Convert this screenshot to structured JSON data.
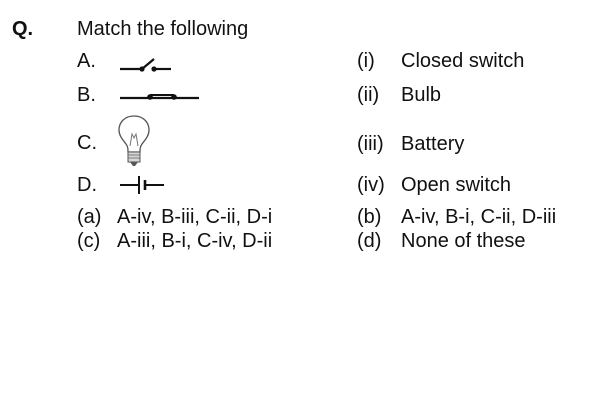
{
  "question": {
    "label": "Q.",
    "prompt": "Match the following"
  },
  "left_items": [
    {
      "letter": "A.",
      "symbol": "open-switch-symbol-icon"
    },
    {
      "letter": "B.",
      "symbol": "closed-switch-symbol-icon"
    },
    {
      "letter": "C.",
      "symbol": "bulb-icon"
    },
    {
      "letter": "D.",
      "symbol": "battery-symbol-icon"
    }
  ],
  "right_items": [
    {
      "numeral": "(i)",
      "text": "Closed switch"
    },
    {
      "numeral": "(ii)",
      "text": "Bulb"
    },
    {
      "numeral": "(iii)",
      "text": "Battery"
    },
    {
      "numeral": "(iv)",
      "text": "Open switch"
    }
  ],
  "options": [
    {
      "key": "(a)",
      "text": "A-iv, B-iii, C-ii, D-i"
    },
    {
      "key": "(b)",
      "text": "A-iv, B-i, C-ii, D-iii"
    },
    {
      "key": "(c)",
      "text": "A-iii, B-i, C-iv, D-ii"
    },
    {
      "key": "(d)",
      "text": "None of these"
    }
  ]
}
